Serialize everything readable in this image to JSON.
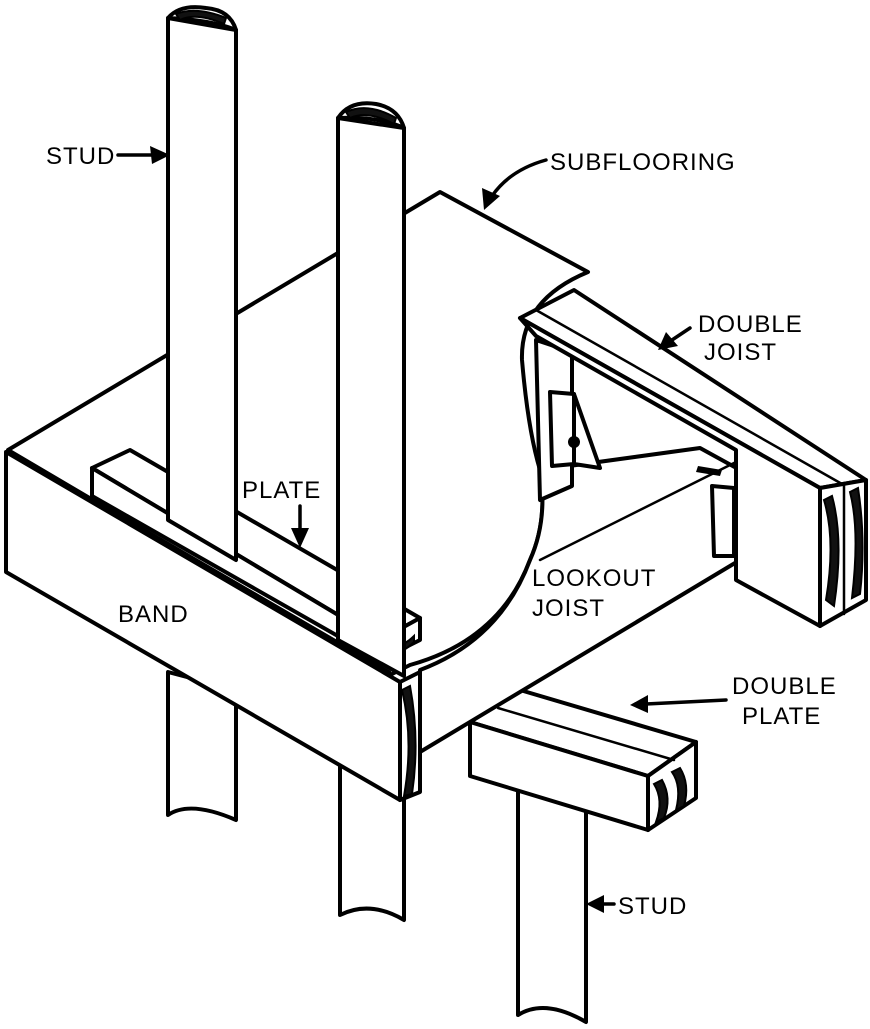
{
  "labels": {
    "stud_top": "STUD",
    "subflooring": "SUBFLOORING",
    "double_joist_1": "DOUBLE",
    "double_joist_2": "JOIST",
    "plate": "PLATE",
    "band": "BAND",
    "lookout_joist_1": "LOOKOUT",
    "lookout_joist_2": "JOIST",
    "double_plate_1": "DOUBLE",
    "double_plate_2": "PLATE",
    "stud_bottom": "STUD"
  },
  "colors": {
    "ink": "#000000",
    "paper": "#ffffff"
  }
}
